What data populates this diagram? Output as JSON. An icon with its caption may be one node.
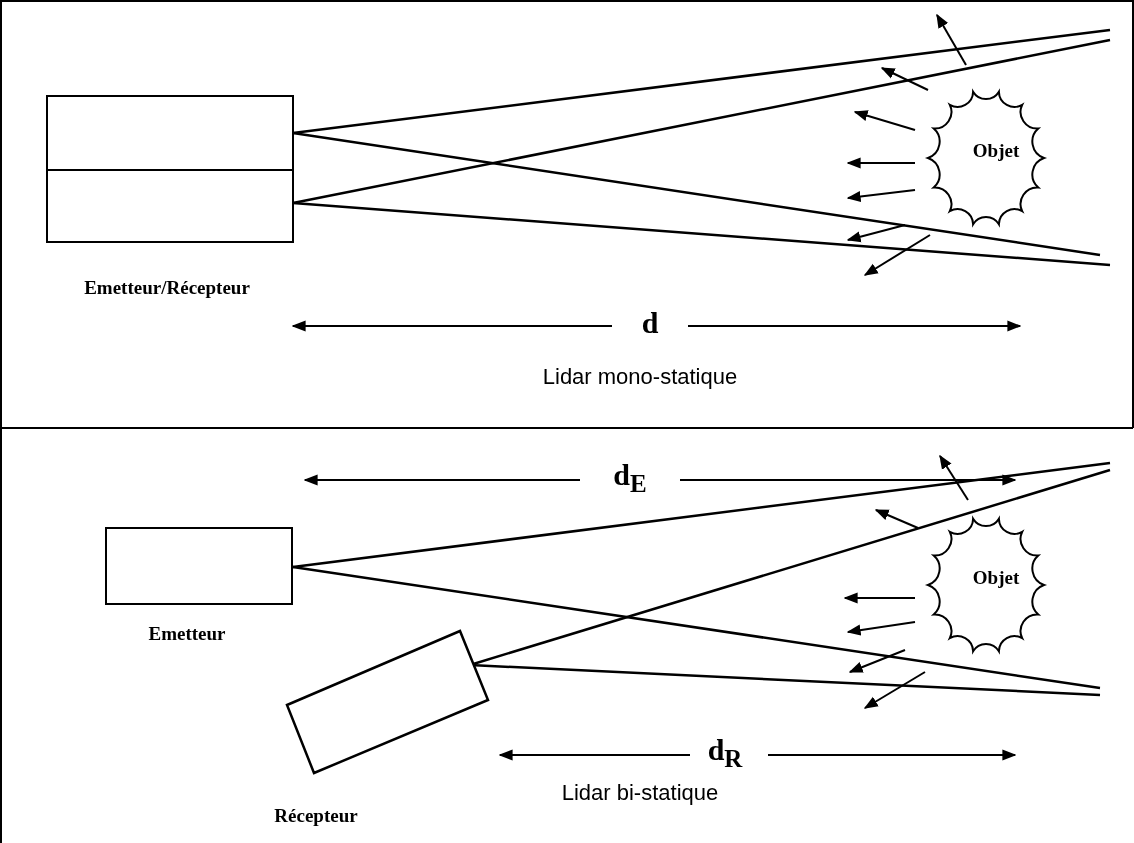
{
  "diagram": {
    "nodes": [
      {
        "text": [
          "Emetteur/Récepteur"
        ]
      },
      {
        "text": [
          "Objet"
        ]
      },
      {
        "text": [
          "Emetteur"
        ]
      },
      {
        "text": [
          "Récepteur"
        ]
      },
      {
        "text": [
          "Objet"
        ]
      }
    ],
    "labels": [
      "d",
      "Lidar mono-statique",
      "d$_{E}$",
      "d$_{R}$",
      "Lidar bi-statique"
    ]
  }
}
